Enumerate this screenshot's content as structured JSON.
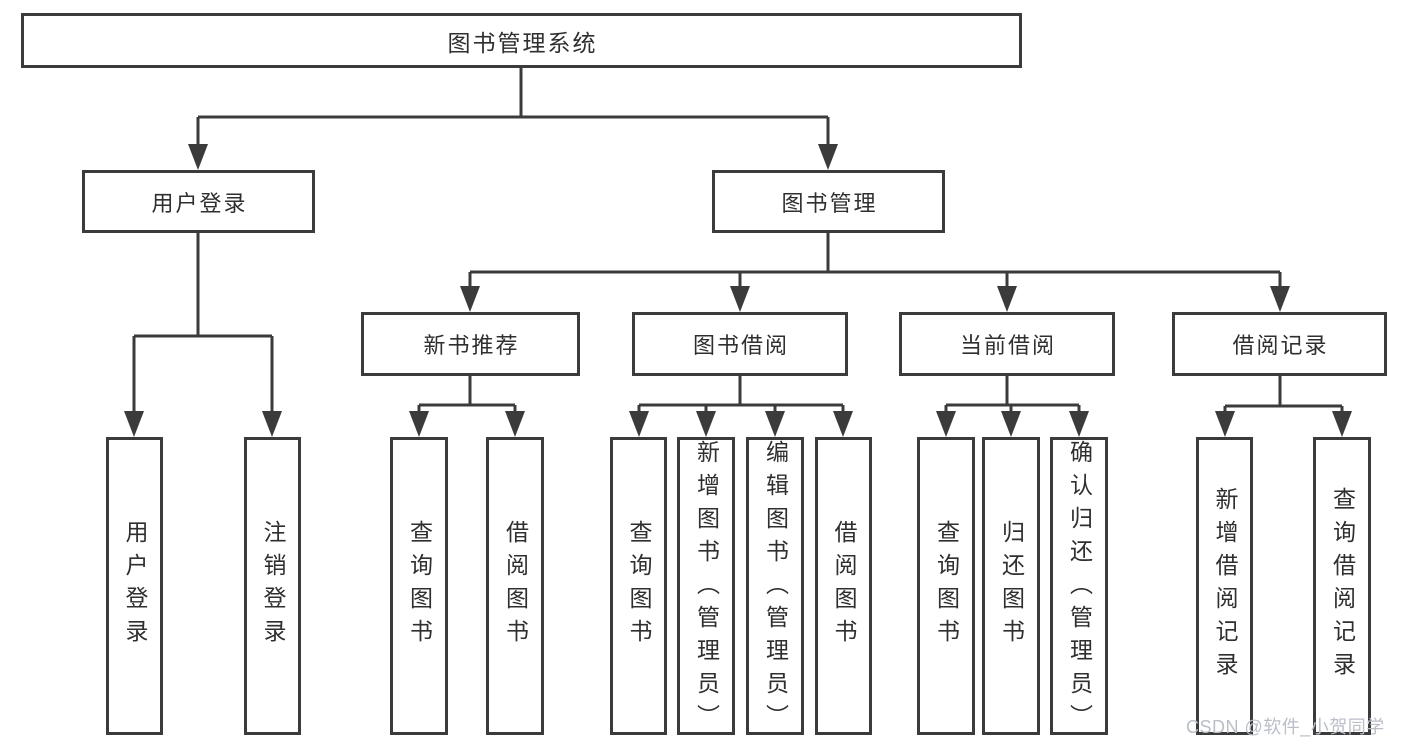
{
  "diagram": {
    "title": "图书管理系统",
    "tree": {
      "root": {
        "label": "图书管理系统"
      },
      "branches": [
        {
          "label": "用户登录",
          "children": [
            {
              "label": "用户登录"
            },
            {
              "label": "注销登录"
            }
          ]
        },
        {
          "label": "图书管理",
          "children": [
            {
              "label": "新书推荐",
              "children": [
                {
                  "label": "查询图书"
                },
                {
                  "label": "借阅图书"
                }
              ]
            },
            {
              "label": "图书借阅",
              "children": [
                {
                  "label": "查询图书"
                },
                {
                  "label": "新增图书（管理员）"
                },
                {
                  "label": "编辑图书（管理员）"
                },
                {
                  "label": "借阅图书"
                }
              ]
            },
            {
              "label": "当前借阅",
              "children": [
                {
                  "label": "查询图书"
                },
                {
                  "label": "归还图书"
                },
                {
                  "label": "确认归还（管理员）"
                }
              ]
            },
            {
              "label": "借阅记录",
              "children": [
                {
                  "label": "新增借阅记录"
                },
                {
                  "label": "查询借阅记录"
                }
              ]
            }
          ]
        }
      ]
    },
    "colors": {
      "line": "#3b3b3b",
      "text": "#2f2f2f",
      "background": "#ffffff",
      "watermark": "#b9bec8"
    },
    "watermark": "CSDN @软件_小贺同学"
  }
}
